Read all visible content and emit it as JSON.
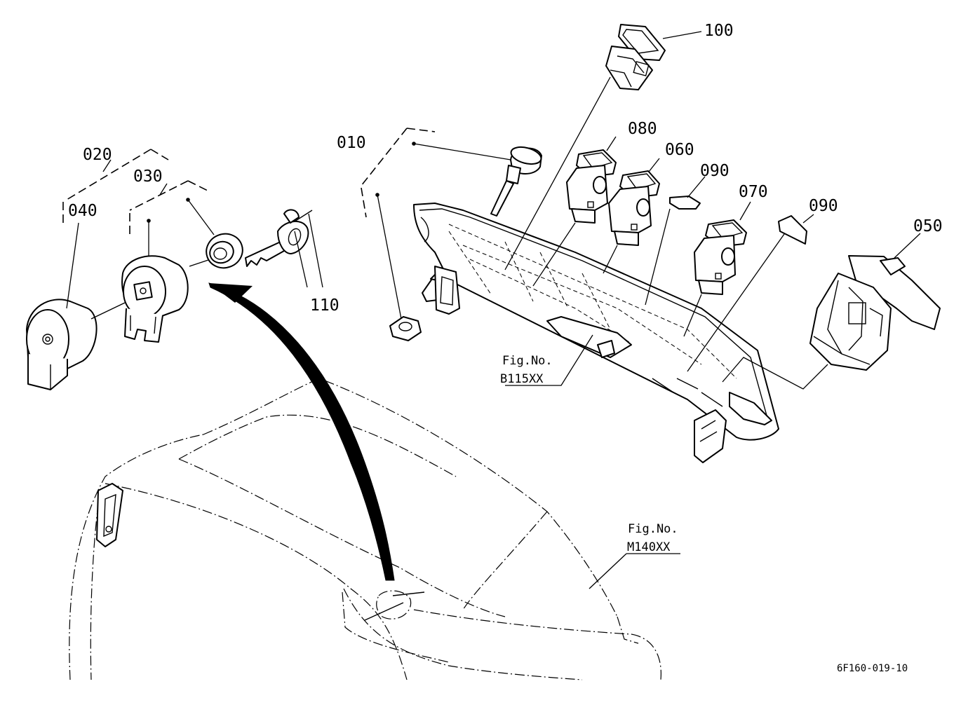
{
  "diagram": {
    "part_labels": {
      "p010": "010",
      "p020": "020",
      "p030": "030",
      "p040": "040",
      "p050": "050",
      "p060": "060",
      "p070": "070",
      "p080": "080",
      "p090a": "090",
      "p090b": "090",
      "p100": "100",
      "p110": "110"
    },
    "references": {
      "b115": {
        "line1": "Fig.No.",
        "line2": "B115XX"
      },
      "m140": {
        "line1": "Fig.No.",
        "line2": "M140XX"
      }
    },
    "drawing_code": "6F160-019-10"
  }
}
